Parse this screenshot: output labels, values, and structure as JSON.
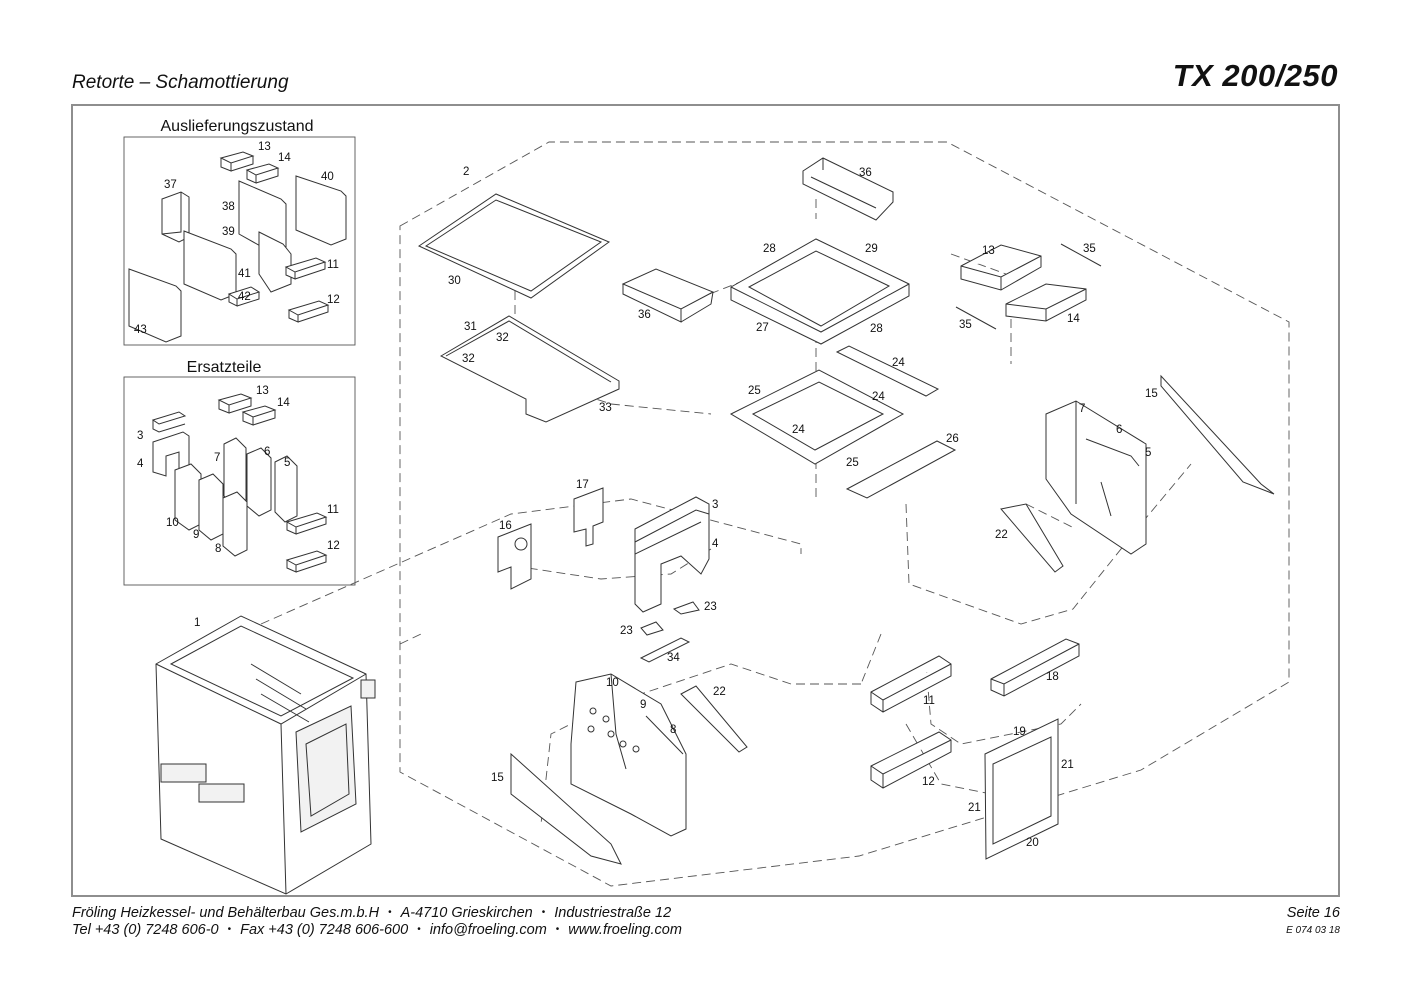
{
  "header": {
    "subtitle": "Retorte – Schamottierung",
    "title": "TX 200/250"
  },
  "insets": {
    "delivery_state": "Auslieferungszustand",
    "spare_parts": "Ersatzteile"
  },
  "delivery_labels": [
    "13",
    "14",
    "37",
    "40",
    "38",
    "39",
    "41",
    "11",
    "42",
    "12",
    "43"
  ],
  "spare_labels": [
    "13",
    "14",
    "3",
    "4",
    "7",
    "6",
    "5",
    "10",
    "9",
    "8",
    "11",
    "12"
  ],
  "main_labels": [
    "2",
    "36",
    "28",
    "29",
    "13",
    "35",
    "30",
    "36",
    "27",
    "28",
    "35",
    "14",
    "31",
    "32",
    "32",
    "33",
    "24",
    "25",
    "24",
    "24",
    "25",
    "26",
    "15",
    "7",
    "6",
    "5",
    "17",
    "3",
    "16",
    "4",
    "22",
    "23",
    "23",
    "34",
    "1",
    "10",
    "9",
    "22",
    "8",
    "11",
    "18",
    "15",
    "19",
    "21",
    "12",
    "21",
    "20"
  ],
  "footer": {
    "company": "Fröling Heizkessel- und Behälterbau Ges.m.b.H",
    "address_city": "A-4710 Grieskirchen",
    "address_street": "Industriestraße 12",
    "tel": "Tel +43 (0) 7248 606-0",
    "fax": "Fax +43 (0) 7248 606-600",
    "email": "info@froeling.com",
    "web": "www.froeling.com",
    "page": "Seite 16",
    "doc_code": "E 074 03 18",
    "bullet": "•"
  }
}
